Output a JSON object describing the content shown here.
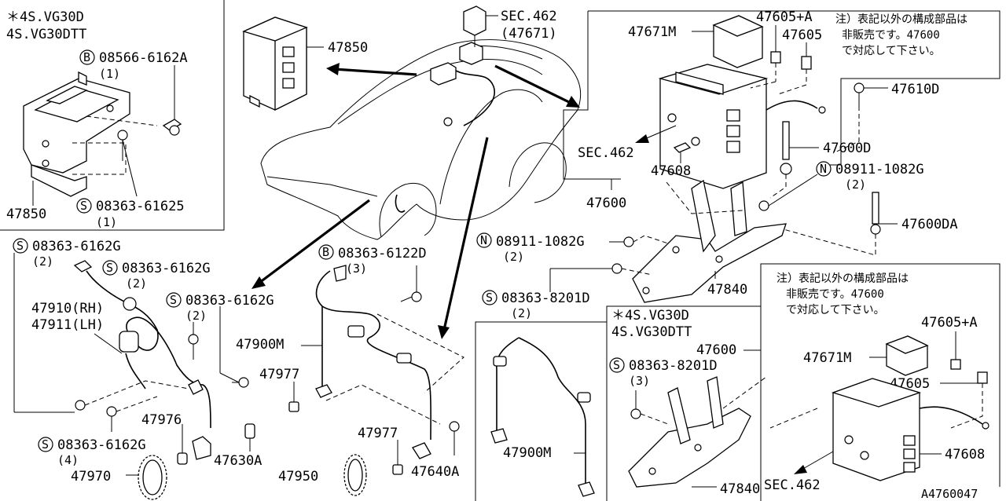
{
  "frames": {
    "top_left": {
      "variant_lines": [
        "＊4S.VG30D",
        " 4S.VG30DTT"
      ],
      "callouts": [
        {
          "prefix": "B",
          "number": "08566-6162A",
          "qty": "(1)"
        },
        {
          "prefix": "S",
          "number": "08363-61625",
          "qty": "(1)"
        }
      ],
      "parts": [
        "47850"
      ]
    },
    "bottom_right": {
      "variant_lines": [
        "＊4S.VG30D",
        " 4S.VG30DTT"
      ],
      "note_lines": [
        "注）表記以外の構成部品は",
        "非販売です。47600",
        "で対応して下さい。"
      ]
    },
    "top_right_note": [
      "注）表記以外の構成部品は",
      "非販売です。47600",
      "で対応して下さい。"
    ]
  },
  "labels": {
    "p47850_top": "47850",
    "sec462_top": "SEC.462",
    "sec462_top_sub": "(47671)",
    "p47671m": "47671M",
    "p47605a": "47605+A",
    "p47605": "47605",
    "p47610d": "47610D",
    "sec462_mid": "SEC.462",
    "p47608": "47608",
    "p47600d": "47600D",
    "n08911_r": "08911-1082G",
    "n08911_r_qty": "(2)",
    "p47600": "47600",
    "p47600da": "47600DA",
    "n08911_l": "08911-1082G",
    "n08911_l_qty": "(2)",
    "p47840": "47840",
    "s08363_8201d": "08363-8201D",
    "s08363_8201d_qty": "(2)",
    "s6162g_a": "08363-6162G",
    "s6162g_a_qty": "(2)",
    "s6162g_b": "08363-6162G",
    "s6162g_b_qty": "(2)",
    "s6162g_c": "08363-6162G",
    "s6162g_c_qty": "(2)",
    "b6122d": "08363-6122D",
    "b6122d_qty": "(3)",
    "p47910": "47910(RH)",
    "p47911": "47911(LH)",
    "p47900m": "47900M",
    "p47977a": "47977",
    "p47976": "47976",
    "s6162g_d": "08363-6162G",
    "s6162g_d_qty": "(4)",
    "p47970": "47970",
    "p47630a": "47630A",
    "p47950": "47950",
    "p47977b": "47977",
    "p47640a": "47640A",
    "p47900m_b": "47900M",
    "br_s8201d": "08363-8201D",
    "br_s8201d_qty": "(3)",
    "br_47600": "47600",
    "br_47671m": "47671M",
    "br_47605a": "47605+A",
    "br_47605": "47605",
    "br_47608": "47608",
    "br_sec462": "SEC.462",
    "br_47840": "47840",
    "diagram_code": "A4760047"
  },
  "circle_letters": {
    "B": "B",
    "S": "S",
    "N": "N"
  }
}
